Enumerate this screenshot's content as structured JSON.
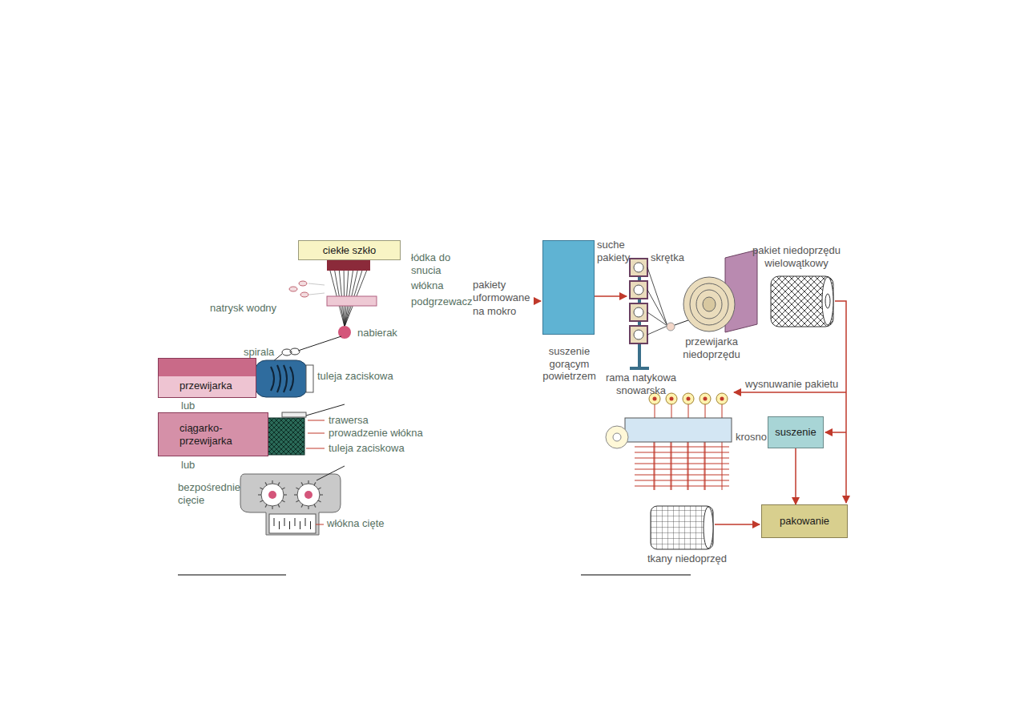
{
  "diagram": {
    "nodes": [
      {
        "text": [
          "ciekłe szkło"
        ]
      },
      {
        "text": [
          "przewijarka"
        ]
      },
      {
        "text": [
          "ciągarko- przewijarka"
        ]
      },
      {
        "text": [
          "suszenie gorącym powietrzem"
        ]
      },
      {
        "text": [
          "suszenie"
        ]
      },
      {
        "text": [
          "pakowanie"
        ]
      }
    ],
    "edges": [
      {
        "from": 4,
        "to": 5,
        "arrow": "to"
      }
    ],
    "labels": [
      "łódka do snucia",
      "włókna",
      "natrysk wodny",
      "podgrzewacz",
      "nabierak",
      "spirala",
      "tuleja zaciskowa",
      "lub",
      "trawersa",
      "prowadzenie włókna",
      "tuleja zaciskowa",
      "lub",
      "bezpośrednie cięcie",
      "włókna cięte",
      "suche pakiety",
      "pakiety uformowane na mokro",
      "skrętka",
      "rama natykowa snowarska",
      "pakiet niedoprzędu wielowątkowy",
      "przewijarka niedoprzędu",
      "wysnuwanie pakietu",
      "krosno",
      "tkany niedoprzęd"
    ]
  }
}
